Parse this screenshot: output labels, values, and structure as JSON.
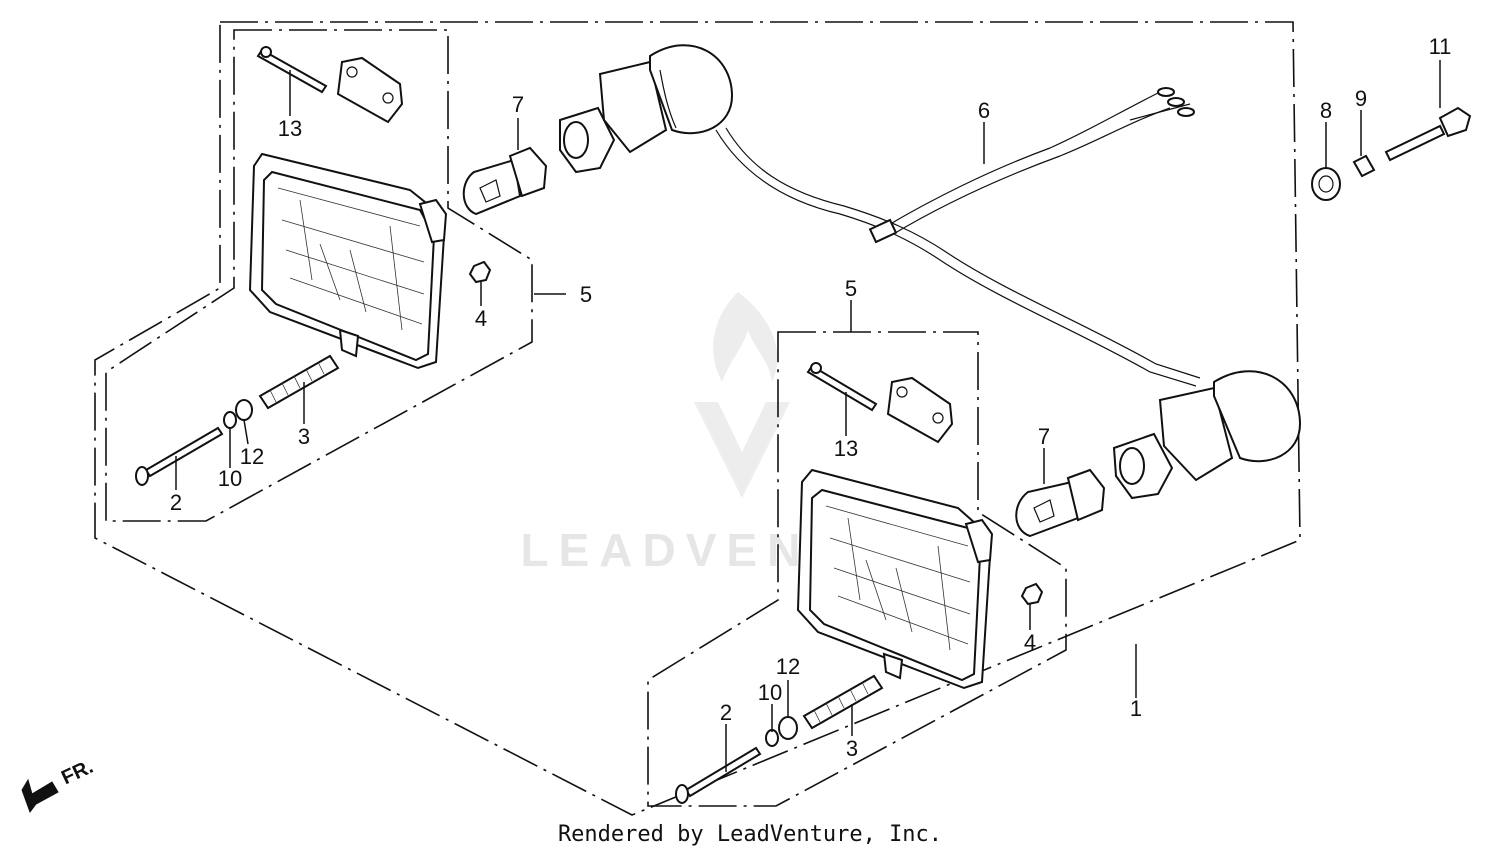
{
  "watermark": "LEADVENTURE",
  "footer": "Rendered by LeadVenture, Inc.",
  "direction_label": "FR.",
  "callouts": {
    "assembly": "1",
    "screw_left": "2",
    "spring_left": "3",
    "nut_left": "4",
    "headlight_left": "5",
    "headlight_right": "5",
    "harness": "6",
    "bulb_left": "7",
    "bulb_right": "7",
    "grommet": "8",
    "collar": "9",
    "washer_left": "10",
    "washer_right": "10",
    "bolt": "11",
    "plate_left": "12",
    "plate_right": "12",
    "clip_left": "13",
    "clip_right": "13",
    "nut_right": "4",
    "screw_right": "2",
    "spring_right": "3"
  }
}
